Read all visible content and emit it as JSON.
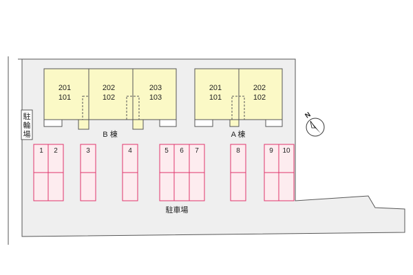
{
  "site_plan": {
    "colors": {
      "lot_fill": "#efefef",
      "building_fill": "#fbf9c6",
      "building_stroke": "#555555",
      "parking_stroke": "#e0336b",
      "parking_fill": "#fdecef",
      "bike_fill": "#ffffff"
    },
    "bike_parking": {
      "label": "駐\n輪\n場",
      "chars": [
        "駐",
        "輪",
        "場"
      ]
    },
    "building_b": {
      "label": "B 棟",
      "units": [
        {
          "upper": "201",
          "lower": "101"
        },
        {
          "upper": "202",
          "lower": "102"
        },
        {
          "upper": "203",
          "lower": "103"
        }
      ]
    },
    "building_a": {
      "label": "A 棟",
      "units": [
        {
          "upper": "201",
          "lower": "101"
        },
        {
          "upper": "202",
          "lower": "102"
        }
      ]
    },
    "parking": {
      "label": "駐車場",
      "spaces": [
        "1",
        "2",
        "3",
        "4",
        "5",
        "6",
        "7",
        "8",
        "9",
        "10"
      ]
    },
    "compass": {
      "label": "N",
      "icon": "north-arrow-icon"
    }
  }
}
